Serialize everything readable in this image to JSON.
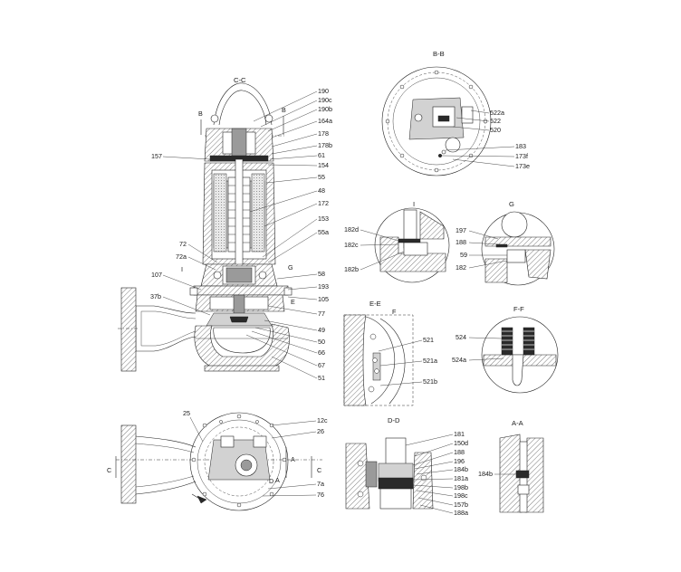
{
  "sections": {
    "cc": "C-C",
    "bb": "B-B",
    "i": "I",
    "g": "G",
    "ee": "E-E",
    "ff": "F-F",
    "dd": "D-D",
    "aa": "A-A"
  },
  "cut_marks": {
    "b_left": "B",
    "b_right": "B",
    "i": "I",
    "g": "G",
    "e": "E",
    "f": "F",
    "c_left": "C",
    "c_right": "C",
    "a_left": "A",
    "a_right": "A",
    "d": "D"
  },
  "labels": {
    "cc": [
      "190",
      "190c",
      "190b",
      "164a",
      "178",
      "178b",
      "61",
      "154",
      "55",
      "48",
      "172",
      "153",
      "55a",
      "58",
      "193",
      "105",
      "77",
      "49",
      "50",
      "66",
      "67",
      "51"
    ],
    "cc_left": [
      "157",
      "72",
      "72a",
      "107",
      "37b"
    ],
    "bb": [
      "522a",
      "522",
      "520",
      "183",
      "173f",
      "173e"
    ],
    "i": [
      "182d",
      "182c",
      "182b"
    ],
    "g": [
      "197",
      "188",
      "59",
      "182"
    ],
    "ee": [
      "521",
      "521a",
      "521b"
    ],
    "ff": [
      "524",
      "524a"
    ],
    "plan_left": [
      "25"
    ],
    "plan_right": [
      "12c",
      "26",
      "7a",
      "76"
    ],
    "dd": [
      "181",
      "150d",
      "188",
      "196",
      "184b",
      "181a",
      "198b",
      "198c",
      "157b",
      "188a"
    ],
    "aa": [
      "184b"
    ]
  }
}
